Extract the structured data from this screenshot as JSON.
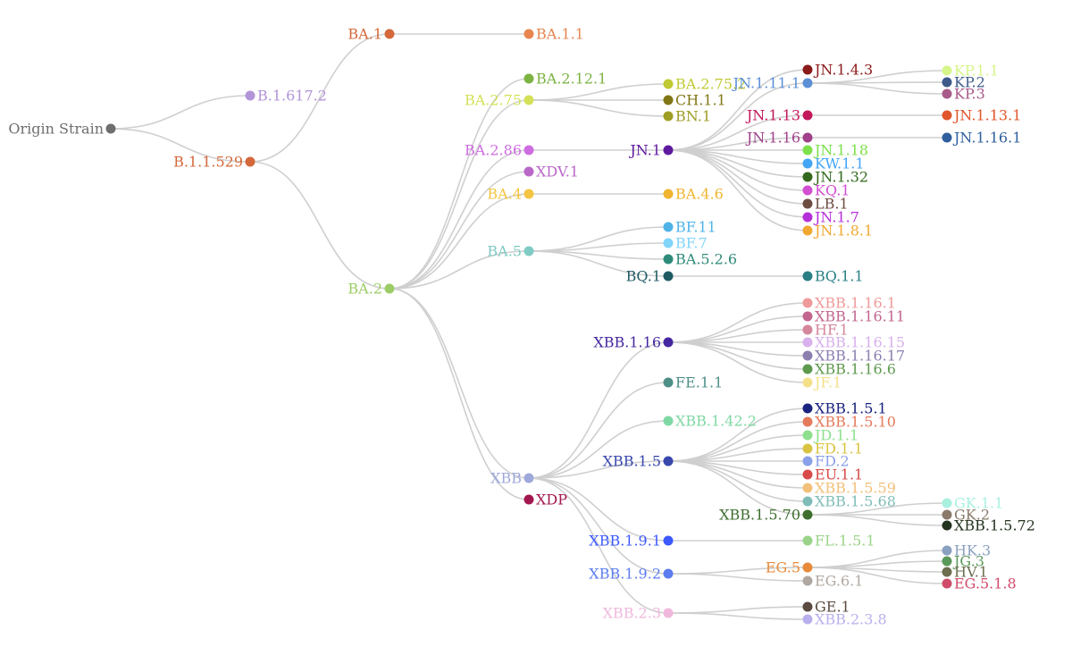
{
  "nodes": [
    {
      "id": "origin",
      "label": "Origin Strain",
      "color": "#6e6e6e"
    },
    {
      "id": "b1617",
      "label": "B.1.617.2",
      "color": "#b294d8"
    },
    {
      "id": "b11529",
      "label": "B.1.1.529",
      "color": "#d4683a"
    },
    {
      "id": "ba1",
      "label": "BA.1",
      "color": "#d4683a"
    },
    {
      "id": "ba11",
      "label": "BA.1.1",
      "color": "#e8854f"
    },
    {
      "id": "ba2",
      "label": "BA.2",
      "color": "#9ccc65"
    },
    {
      "id": "ba2121",
      "label": "BA.2.12.1",
      "color": "#7cb342"
    },
    {
      "id": "ba275",
      "label": "BA.2.75",
      "color": "#d4e157"
    },
    {
      "id": "ba2752",
      "label": "BA.2.75.2",
      "color": "#c0ca33"
    },
    {
      "id": "ch11",
      "label": "CH.1.1",
      "color": "#827717"
    },
    {
      "id": "bn1",
      "label": "BN.1",
      "color": "#9e9d24"
    },
    {
      "id": "ba286",
      "label": "BA.2.86",
      "color": "#ce6de0"
    },
    {
      "id": "xdv1",
      "label": "XDV.1",
      "color": "#ba68c8"
    },
    {
      "id": "ba4",
      "label": "BA.4",
      "color": "#f4c542"
    },
    {
      "id": "ba46",
      "label": "BA.4.6",
      "color": "#f0b430"
    },
    {
      "id": "ba5",
      "label": "BA.5",
      "color": "#80cbc4"
    },
    {
      "id": "bf11",
      "label": "BF.11",
      "color": "#4fb3e8"
    },
    {
      "id": "bf7",
      "label": "BF.7",
      "color": "#81d4fa"
    },
    {
      "id": "ba526",
      "label": "BA.5.2.6",
      "color": "#2e8b7a"
    },
    {
      "id": "bq1",
      "label": "BQ.1",
      "color": "#1f5a63"
    },
    {
      "id": "bq11",
      "label": "BQ.1.1",
      "color": "#2a7f85"
    },
    {
      "id": "jn1",
      "label": "JN.1",
      "color": "#5e1a9e"
    },
    {
      "id": "jn143",
      "label": "JN.1.4.3",
      "color": "#8b1a1a"
    },
    {
      "id": "jn1111",
      "label": "JN.1.11.1",
      "color": "#5c8fd6"
    },
    {
      "id": "jn113",
      "label": "JN.1.13",
      "color": "#c2185b"
    },
    {
      "id": "jn116",
      "label": "JN.1.16",
      "color": "#a0418a"
    },
    {
      "id": "jn118",
      "label": "JN.1.18",
      "color": "#7de04a"
    },
    {
      "id": "kw11",
      "label": "KW.1.1",
      "color": "#42a5f5"
    },
    {
      "id": "jn132",
      "label": "JN.1.32",
      "color": "#33691e"
    },
    {
      "id": "kq1",
      "label": "KQ.1",
      "color": "#d14fd1"
    },
    {
      "id": "lb1",
      "label": "LB.1",
      "color": "#6d4c41"
    },
    {
      "id": "jn17",
      "label": "JN.1.7",
      "color": "#b52fd8"
    },
    {
      "id": "jn181",
      "label": "JN.1.8.1",
      "color": "#f0a830"
    },
    {
      "id": "kp11",
      "label": "KP.1.1",
      "color": "#d6f58a"
    },
    {
      "id": "kp2",
      "label": "KP.2",
      "color": "#3e5a8a"
    },
    {
      "id": "kp3",
      "label": "KP.3",
      "color": "#a85a8a"
    },
    {
      "id": "jn1131",
      "label": "JN.1.13.1",
      "color": "#e0552b"
    },
    {
      "id": "jn1161",
      "label": "JN.1.16.1",
      "color": "#2f5f9e"
    },
    {
      "id": "xbb",
      "label": "XBB",
      "color": "#9fa8da"
    },
    {
      "id": "xdp",
      "label": "XDP",
      "color": "#a3174f"
    },
    {
      "id": "xbb116",
      "label": "XBB.1.16",
      "color": "#4527a0"
    },
    {
      "id": "xbb1161",
      "label": "XBB.1.16.1",
      "color": "#ef9a9a"
    },
    {
      "id": "xbb11611",
      "label": "XBB.1.16.11",
      "color": "#c2668f"
    },
    {
      "id": "hf1",
      "label": "HF.1",
      "color": "#d4869a"
    },
    {
      "id": "xbb11615",
      "label": "XBB.1.16.15",
      "color": "#d8b0ec"
    },
    {
      "id": "xbb11617",
      "label": "XBB.1.16.17",
      "color": "#8c7fb0"
    },
    {
      "id": "xbb1166",
      "label": "XBB.1.16.6",
      "color": "#5e9a4e"
    },
    {
      "id": "jf1",
      "label": "JF.1",
      "color": "#f5e08a"
    },
    {
      "id": "fe11",
      "label": "FE.1.1",
      "color": "#4e8f88"
    },
    {
      "id": "xbb1422",
      "label": "XBB.1.42.2",
      "color": "#7fd8a4"
    },
    {
      "id": "xbb15",
      "label": "XBB.1.5",
      "color": "#3949ab"
    },
    {
      "id": "xbb151",
      "label": "XBB.1.5.1",
      "color": "#1a237e"
    },
    {
      "id": "xbb1510",
      "label": "XBB.1.5.10",
      "color": "#e57a5a"
    },
    {
      "id": "jd11",
      "label": "JD.1.1",
      "color": "#8ee08e"
    },
    {
      "id": "fd11",
      "label": "FD.1.1",
      "color": "#d8c440"
    },
    {
      "id": "fd2",
      "label": "FD.2",
      "color": "#8aa0e8"
    },
    {
      "id": "eu11",
      "label": "EU.1.1",
      "color": "#d84a4a"
    },
    {
      "id": "xbb1559",
      "label": "XBB.1.5.59",
      "color": "#f2c07a"
    },
    {
      "id": "xbb1568",
      "label": "XBB.1.5.68",
      "color": "#80bdb8"
    },
    {
      "id": "xbb1570",
      "label": "XBB.1.5.70",
      "color": "#3d6e2e"
    },
    {
      "id": "gk11",
      "label": "GK.1.1",
      "color": "#a8f0e0"
    },
    {
      "id": "gk2",
      "label": "GK.2",
      "color": "#8a7a6a"
    },
    {
      "id": "xbb1572",
      "label": "XBB.1.5.72",
      "color": "#24331f"
    },
    {
      "id": "xbb191",
      "label": "XBB.1.9.1",
      "color": "#3d5afe"
    },
    {
      "id": "fl151",
      "label": "FL.1.5.1",
      "color": "#9ad48a"
    },
    {
      "id": "xbb192",
      "label": "XBB.1.9.2",
      "color": "#5c7cf0"
    },
    {
      "id": "eg5",
      "label": "EG.5",
      "color": "#e88a3a"
    },
    {
      "id": "eg61",
      "label": "EG.6.1",
      "color": "#b0a8a0"
    },
    {
      "id": "hk3",
      "label": "HK.3",
      "color": "#8aa0c0"
    },
    {
      "id": "jg3",
      "label": "JG.3",
      "color": "#5a9a5a"
    },
    {
      "id": "hv1",
      "label": "HV.1",
      "color": "#6e6e50"
    },
    {
      "id": "eg518",
      "label": "EG.5.1.8",
      "color": "#d04a6a"
    },
    {
      "id": "xbb23",
      "label": "XBB.2.3",
      "color": "#f0b8dc"
    },
    {
      "id": "ge1",
      "label": "GE.1",
      "color": "#5a4a40"
    },
    {
      "id": "xbb238",
      "label": "XBB.2.3.8",
      "color": "#b8b0ec"
    }
  ],
  "edges": [
    [
      "origin",
      "b1617"
    ],
    [
      "origin",
      "b11529"
    ],
    [
      "b11529",
      "ba1"
    ],
    [
      "ba1",
      "ba11"
    ],
    [
      "b11529",
      "ba2"
    ],
    [
      "ba2",
      "ba2121"
    ],
    [
      "ba2",
      "ba275"
    ],
    [
      "ba2",
      "ba286"
    ],
    [
      "ba2",
      "xdv1"
    ],
    [
      "ba2",
      "ba4"
    ],
    [
      "ba2",
      "ba5"
    ],
    [
      "ba2",
      "xbb"
    ],
    [
      "ba2",
      "xdp"
    ],
    [
      "ba275",
      "ba2752"
    ],
    [
      "ba275",
      "ch11"
    ],
    [
      "ba275",
      "bn1"
    ],
    [
      "ba286",
      "jn1"
    ],
    [
      "ba4",
      "ba46"
    ],
    [
      "ba5",
      "bf11"
    ],
    [
      "ba5",
      "bf7"
    ],
    [
      "ba5",
      "ba526"
    ],
    [
      "ba5",
      "bq1"
    ],
    [
      "bq1",
      "bq11"
    ],
    [
      "jn1",
      "jn143"
    ],
    [
      "jn1",
      "jn1111"
    ],
    [
      "jn1",
      "jn113"
    ],
    [
      "jn1",
      "jn116"
    ],
    [
      "jn1",
      "jn118"
    ],
    [
      "jn1",
      "kw11"
    ],
    [
      "jn1",
      "jn132"
    ],
    [
      "jn1",
      "kq1"
    ],
    [
      "jn1",
      "lb1"
    ],
    [
      "jn1",
      "jn17"
    ],
    [
      "jn1",
      "jn181"
    ],
    [
      "jn1111",
      "kp11"
    ],
    [
      "jn1111",
      "kp2"
    ],
    [
      "jn1111",
      "kp3"
    ],
    [
      "jn113",
      "jn1131"
    ],
    [
      "jn116",
      "jn1161"
    ],
    [
      "xbb",
      "xbb116"
    ],
    [
      "xbb",
      "fe11"
    ],
    [
      "xbb",
      "xbb1422"
    ],
    [
      "xbb",
      "xbb15"
    ],
    [
      "xbb",
      "xbb191"
    ],
    [
      "xbb",
      "xbb192"
    ],
    [
      "xbb",
      "xbb23"
    ],
    [
      "xbb116",
      "xbb1161"
    ],
    [
      "xbb116",
      "xbb11611"
    ],
    [
      "xbb116",
      "hf1"
    ],
    [
      "xbb116",
      "xbb11615"
    ],
    [
      "xbb116",
      "xbb11617"
    ],
    [
      "xbb116",
      "xbb1166"
    ],
    [
      "xbb116",
      "jf1"
    ],
    [
      "xbb15",
      "xbb151"
    ],
    [
      "xbb15",
      "xbb1510"
    ],
    [
      "xbb15",
      "jd11"
    ],
    [
      "xbb15",
      "fd11"
    ],
    [
      "xbb15",
      "fd2"
    ],
    [
      "xbb15",
      "eu11"
    ],
    [
      "xbb15",
      "xbb1559"
    ],
    [
      "xbb15",
      "xbb1568"
    ],
    [
      "xbb15",
      "xbb1570"
    ],
    [
      "xbb1570",
      "gk11"
    ],
    [
      "xbb1570",
      "gk2"
    ],
    [
      "xbb1570",
      "xbb1572"
    ],
    [
      "xbb191",
      "fl151"
    ],
    [
      "xbb192",
      "eg5"
    ],
    [
      "xbb192",
      "eg61"
    ],
    [
      "eg5",
      "hk3"
    ],
    [
      "eg5",
      "jg3"
    ],
    [
      "eg5",
      "hv1"
    ],
    [
      "eg5",
      "eg518"
    ],
    [
      "xbb23",
      "ge1"
    ],
    [
      "xbb23",
      "xbb238"
    ]
  ]
}
